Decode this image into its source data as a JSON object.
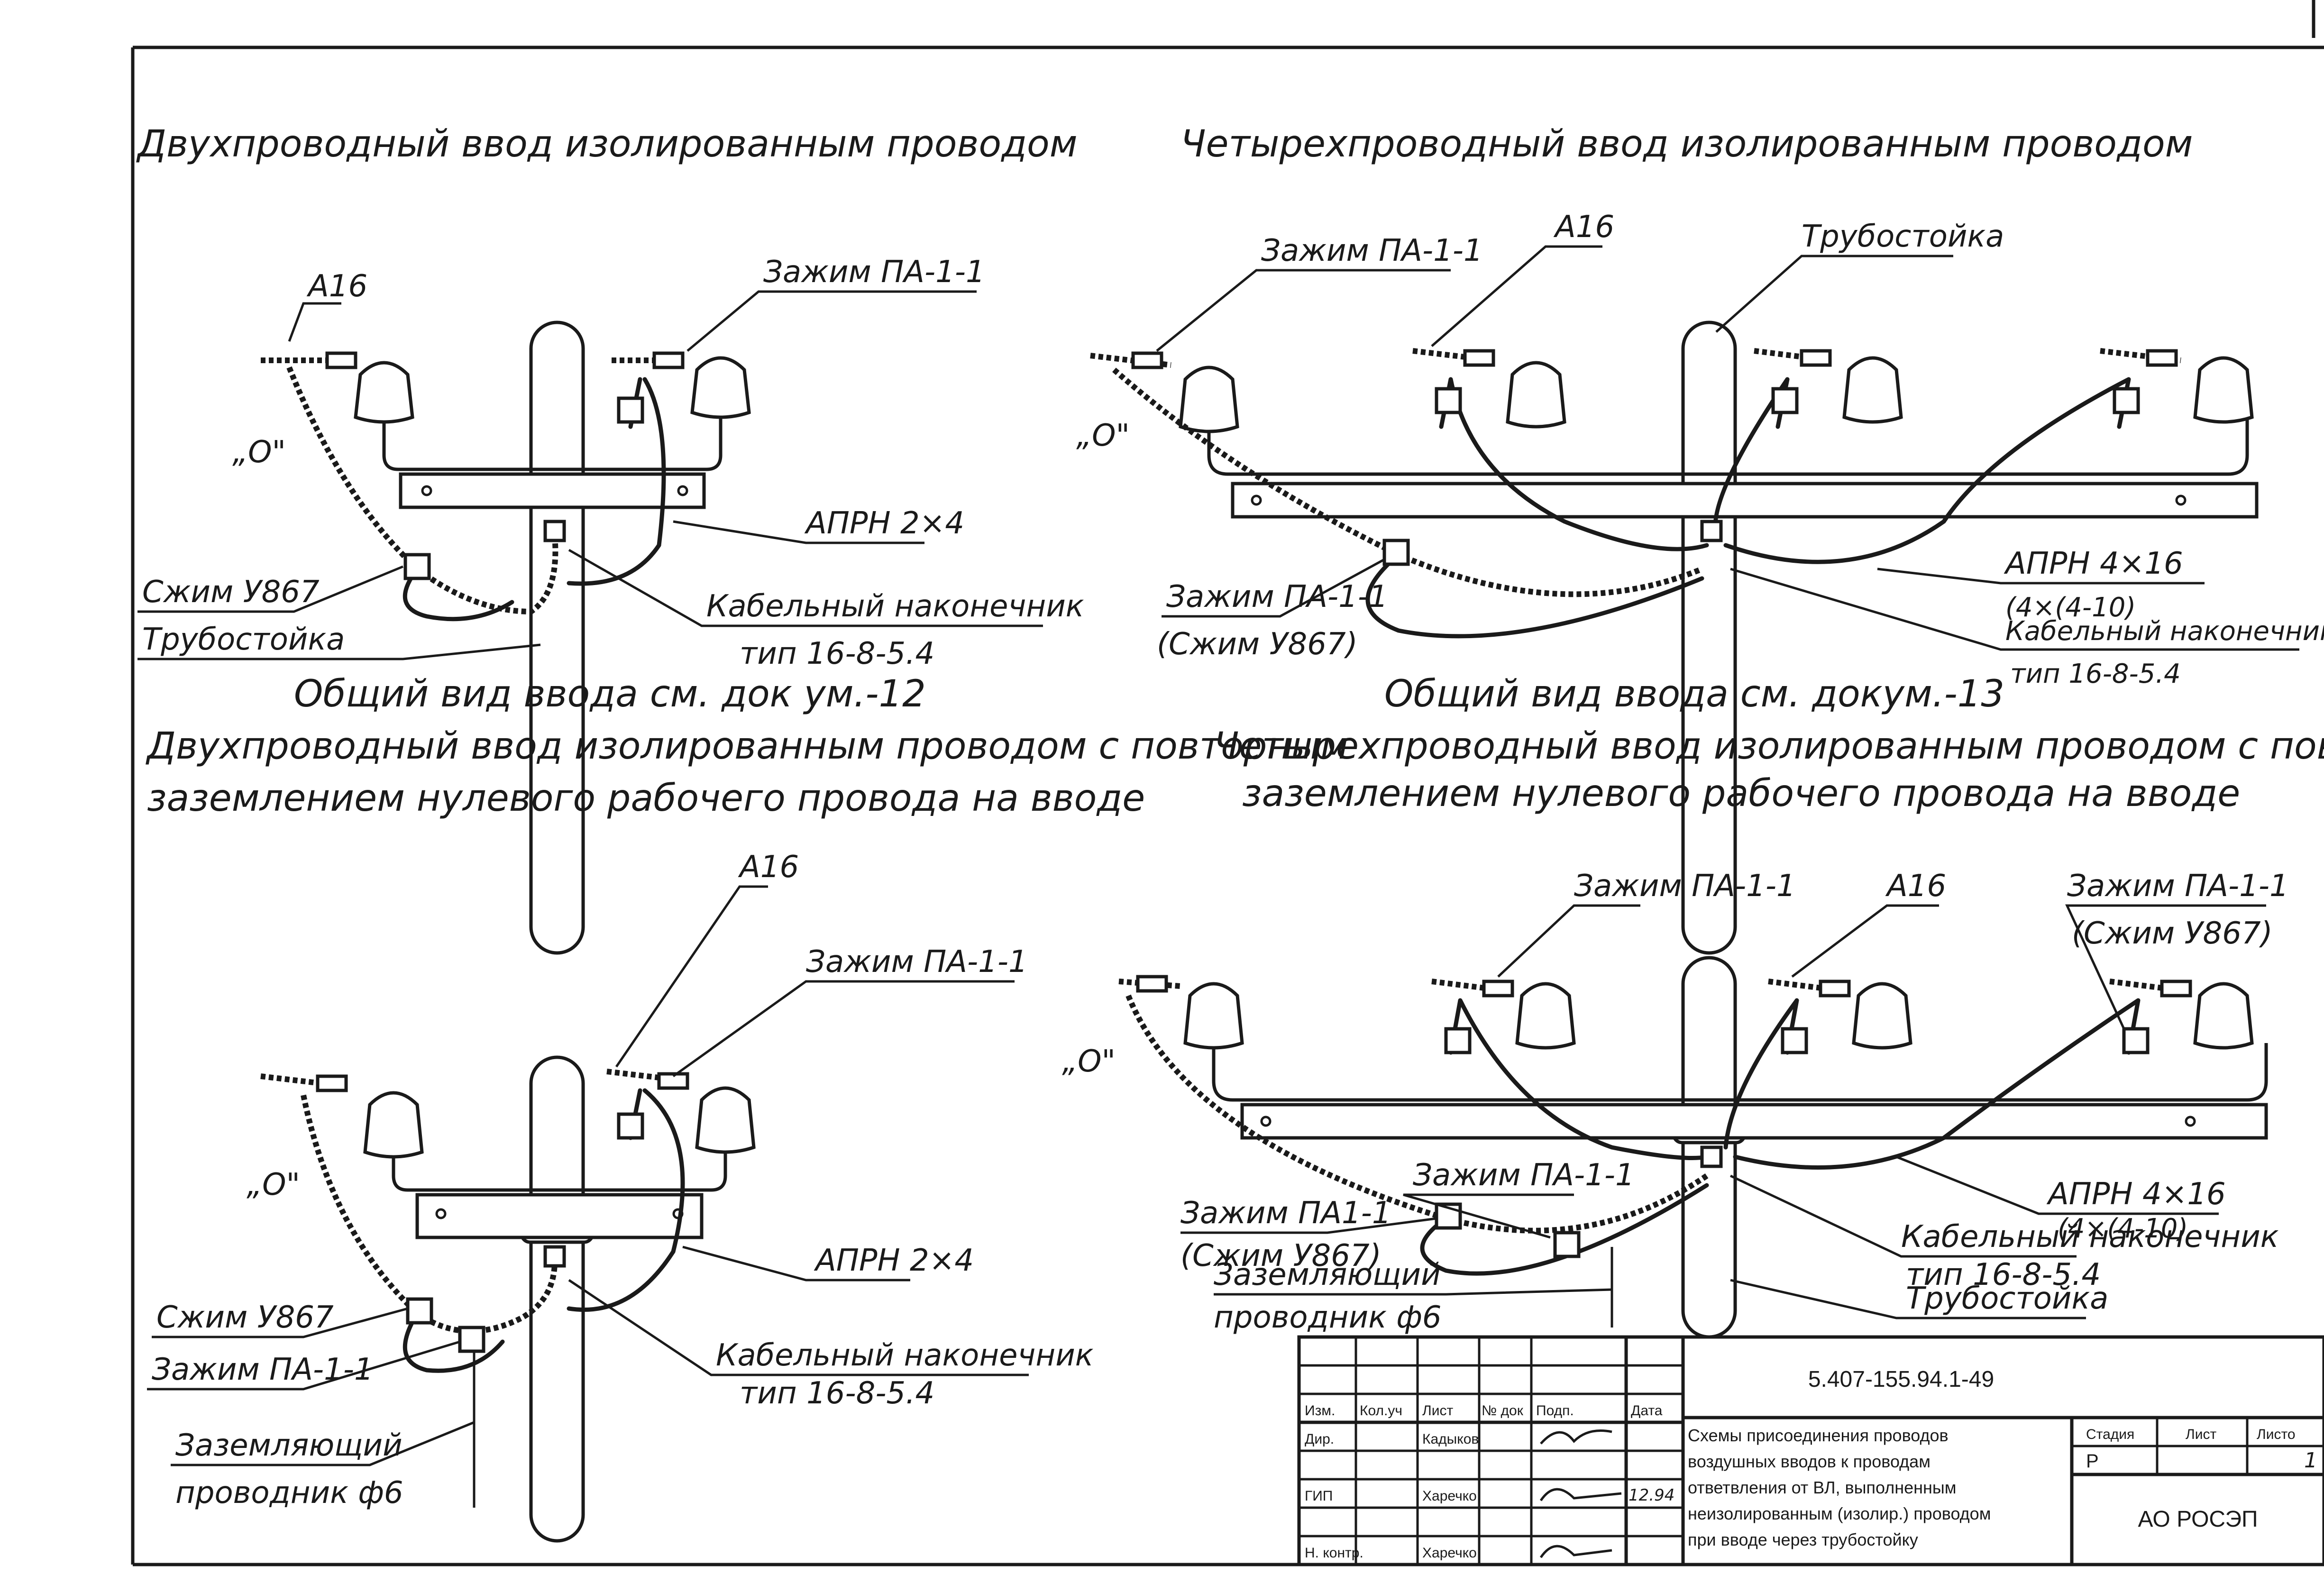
{
  "panels": {
    "p1": {
      "title": "Двухпроводный ввод изолированным проводом",
      "labels": {
        "a16": "А16",
        "clamp": "Зажим ПА-1-1",
        "zero": "„О\"",
        "cable": "АПРН 2×4",
        "compress": "Сжим У867",
        "lug": "Кабельный наконечник",
        "lug_type": "тип 16-8-5.4",
        "pipe": "Трубостойка"
      },
      "note": "Общий вид ввода см. док ум.-12"
    },
    "p2": {
      "title": "Четырехпроводный ввод изолированным проводом",
      "labels": {
        "clamp": "Зажим ПА-1-1",
        "a16": "А16",
        "pipe": "Трубостойка",
        "zero": "„О\"",
        "clamp2": "Зажим ПА-1-1",
        "compress2": "(Сжим У867)",
        "cable": "АПРН 4×16",
        "cable_alt": "(4×(4-10)",
        "lug": "Кабельный наконечник",
        "lug_type": "тип 16-8-5.4"
      },
      "note": "Общий вид ввода см. докум.-13"
    },
    "p3": {
      "title_line1": "Двухпроводный ввод изолированным проводом с повторным",
      "title_line2": "заземлением нулевого рабочего провода на вводе",
      "labels": {
        "a16": "А16",
        "clamp": "Зажим ПА-1-1",
        "zero": "„О\"",
        "cable": "АПРН 2×4",
        "compress": "Сжим У867",
        "clamp2": "Зажим ПА-1-1",
        "lug": "Кабельный наконечник",
        "lug_type": "тип 16-8-5.4",
        "ground": "Заземляющий",
        "ground2": "проводник ф6"
      }
    },
    "p4": {
      "title_line1": "Четырехпроводный ввод изолированным проводом с повторным",
      "title_line2": "заземлением нулевого рабочего провода на вводе",
      "labels": {
        "clamp_a": "Зажим ПА-1-1",
        "a16": "А16",
        "clamp_b": "Зажим ПА-1-1",
        "compress_b": "(Сжим У867)",
        "zero": "„О\"",
        "clamp_c": "Зажим ПА-1-1",
        "clamp_d": "Зажим ПА1-1",
        "compress_d": "(Сжим У867)",
        "ground": "Заземляющий",
        "ground2": "проводник ф6",
        "cable": "АПРН 4×16",
        "cable_alt": "(4×(4-10)",
        "lug": "Кабельный наконечник",
        "lug_type": "тип 16-8-5.4",
        "pipe": "Трубостойка"
      }
    }
  },
  "title_block": {
    "doc_code": "5.407-155.94.1-49",
    "headers": {
      "izm": "Изм.",
      "kol": "Кол.уч",
      "list": "Лист",
      "ndoc": "№ док",
      "podp": "Подп.",
      "data": "Дата"
    },
    "rows": [
      {
        "role": "Дир.",
        "name": "Кадыков",
        "date": ""
      },
      {
        "role": "ГИП",
        "name": "Харечко",
        "date": "12.94"
      },
      {
        "role": "Н. контр.",
        "name": "Харечко",
        "date": ""
      }
    ],
    "description": [
      "Схемы присоединения проводов",
      "воздушных вводов к проводам",
      "ответвления от ВЛ, выполненным",
      "неизолированным (изолир.) проводом",
      "при вводе через трубостойку"
    ],
    "stage_label": "Стадия",
    "sheet_label": "Лист",
    "sheets_label": "Листо",
    "stage": "Р",
    "sheet": "1",
    "org": "АО РОСЭП"
  }
}
